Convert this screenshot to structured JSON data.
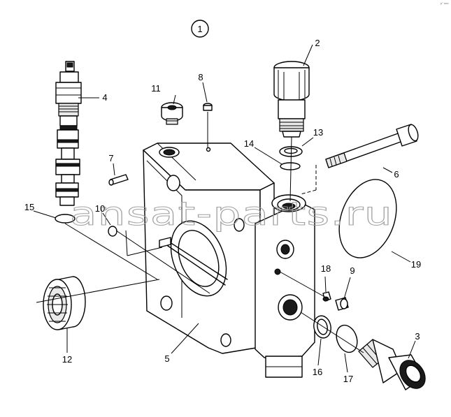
{
  "diagram": {
    "assembly_number": "1",
    "watermark": "ansat-parts.ru",
    "corner_mark": "p° ooo",
    "parts": [
      {
        "id": "p2",
        "label": "2"
      },
      {
        "id": "p3",
        "label": "3"
      },
      {
        "id": "p4",
        "label": "4"
      },
      {
        "id": "p5",
        "label": "5"
      },
      {
        "id": "p6",
        "label": "6"
      },
      {
        "id": "p7",
        "label": "7"
      },
      {
        "id": "p8",
        "label": "8"
      },
      {
        "id": "p9",
        "label": "9"
      },
      {
        "id": "p10",
        "label": "10"
      },
      {
        "id": "p11",
        "label": "11"
      },
      {
        "id": "p12",
        "label": "12"
      },
      {
        "id": "p13",
        "label": "13"
      },
      {
        "id": "p14",
        "label": "14"
      },
      {
        "id": "p15",
        "label": "15"
      },
      {
        "id": "p16",
        "label": "16"
      },
      {
        "id": "p17",
        "label": "17"
      },
      {
        "id": "p18",
        "label": "18"
      },
      {
        "id": "p19",
        "label": "19"
      }
    ]
  }
}
